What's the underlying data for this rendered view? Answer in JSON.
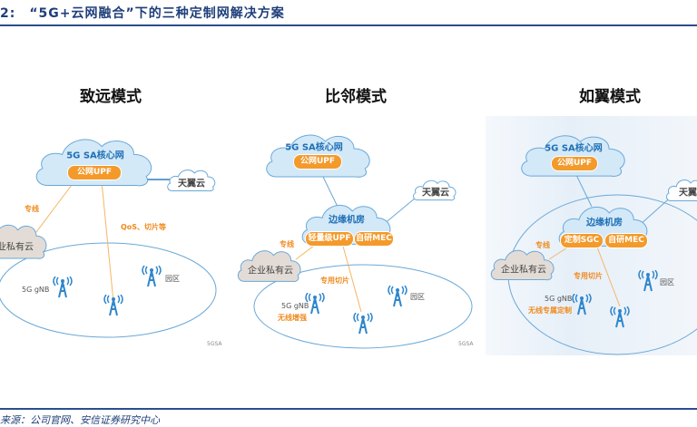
{
  "title": "2:　“5G+云网融合”下的三种定制网解决方案",
  "source": "来源：公司官网、安信证券研究中心",
  "colors": {
    "accent": "#f39a2b",
    "cloud_blue": "#cfe6f6",
    "cloud_border": "#6aa8d8",
    "private_cloud": "#e3dcd6",
    "title": "#1f3f7a"
  },
  "panels": [
    {
      "heading": "致远模式",
      "core": "5G SA核心网",
      "upf": "公网UPF",
      "tianyi": "天翼云",
      "private": "企业私有云",
      "line_label": "专线",
      "slice_label": "QoS、切片等",
      "gnb": "5G gNB",
      "park": "园区",
      "watermark": "5GSA"
    },
    {
      "heading": "比邻模式",
      "core": "5G SA核心网",
      "upf": "公网UPF",
      "edge": "边缘机房",
      "edge_pill1": "轻量级UPF",
      "edge_pill2": "自研MEC",
      "tianyi": "天翼云",
      "private": "企业私有云",
      "line_label": "专线",
      "slice_label": "专用切片",
      "gnb": "5G gNB",
      "gnb_sub": "无线增强",
      "park": "园区",
      "watermark": "5GSA"
    },
    {
      "heading": "如翼模式",
      "core": "5G SA核心网",
      "upf": "公网UPF",
      "edge": "边缘机房",
      "edge_pill1": "定制SGC",
      "edge_pill2": "自研MEC",
      "tianyi": "天翼云",
      "private": "企业私有云",
      "line_label": "专线",
      "slice_label": "专用切片",
      "gnb": "5G gNB",
      "gnb_sub": "无线专属定制",
      "park": "园区"
    }
  ]
}
